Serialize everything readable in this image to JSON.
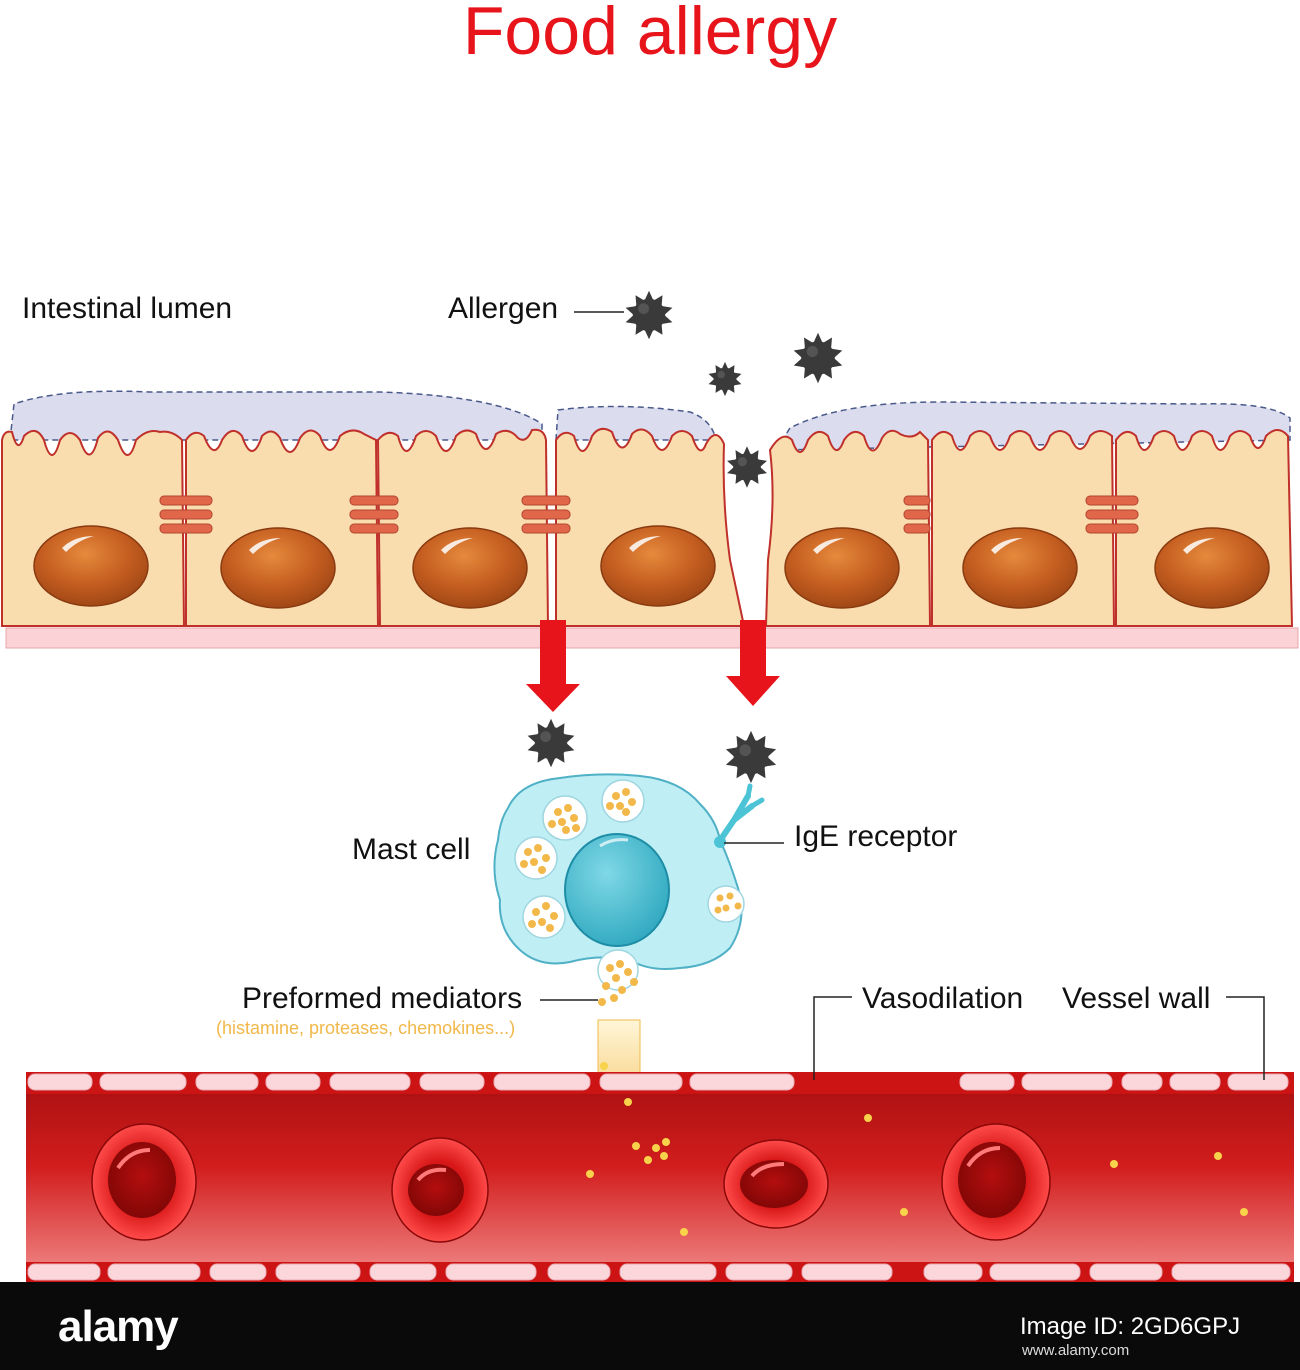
{
  "title": "Food allergy",
  "labels": {
    "intestinal_lumen": "Intestinal lumen",
    "allergen": "Allergen",
    "mast_cell": "Mast cell",
    "ige_receptor": "IgE receptor",
    "preformed_mediators": "Preformed mediators",
    "mediators_examples": "(histamine, proteases, chemokines...)",
    "vasodilation": "Vasodilation",
    "vessel_wall": "Vessel wall"
  },
  "watermark": {
    "brand": "alamy",
    "image_id": "Image ID: 2GD6GPJ",
    "url": "www.alamy.com"
  },
  "colors": {
    "title": "#e8141b",
    "cell_fill": "#f9ddae",
    "cell_border": "#c0302a",
    "nucleus": "#c45d20",
    "mucus": "#d8d8ee",
    "arrow": "#e8141b",
    "mast_cell": "#bfeef5",
    "mast_nucleus": "#4cc4d6",
    "granule": "#f2b84a",
    "vessel": "#cc1414",
    "vessel_wall": "#fbd7dc",
    "allergen": "#3a3a3a"
  }
}
